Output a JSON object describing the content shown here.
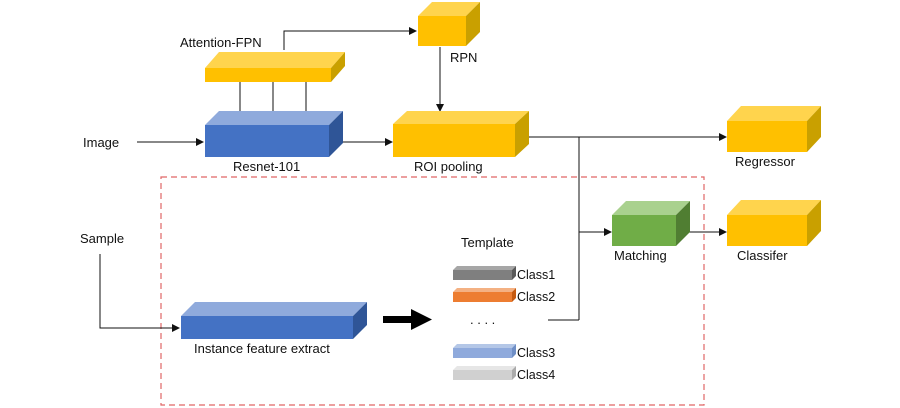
{
  "colors": {
    "yellow": "#FFC000",
    "yellow_top": "#FFD44D",
    "yellow_side": "#C9A000",
    "blue": "#4472C4",
    "blue_top": "#8FAADC",
    "blue_side": "#2F5597",
    "green": "#70AD47",
    "green_top": "#A9D18E",
    "green_side": "#507E32",
    "gray": "#7F7F7F",
    "orange": "#ED7D31",
    "light_blue": "#8FAADC",
    "light_gray": "#D0D0D0",
    "dashed_border": "#E06666"
  },
  "labels": {
    "attention_fpn": "Attention-FPN",
    "rpn": "RPN",
    "image": "Image",
    "resnet": "Resnet-101",
    "roi_pooling": "ROI pooling",
    "regressor": "Regressor",
    "sample": "Sample",
    "template": "Template",
    "class1": "Class1",
    "class2": "Class2",
    "ellipsis": ". . . .",
    "class3": "Class3",
    "class4": "Class4",
    "matching": "Matching",
    "classifier": "Classifer",
    "instance_feature": "Instance feature extract"
  }
}
